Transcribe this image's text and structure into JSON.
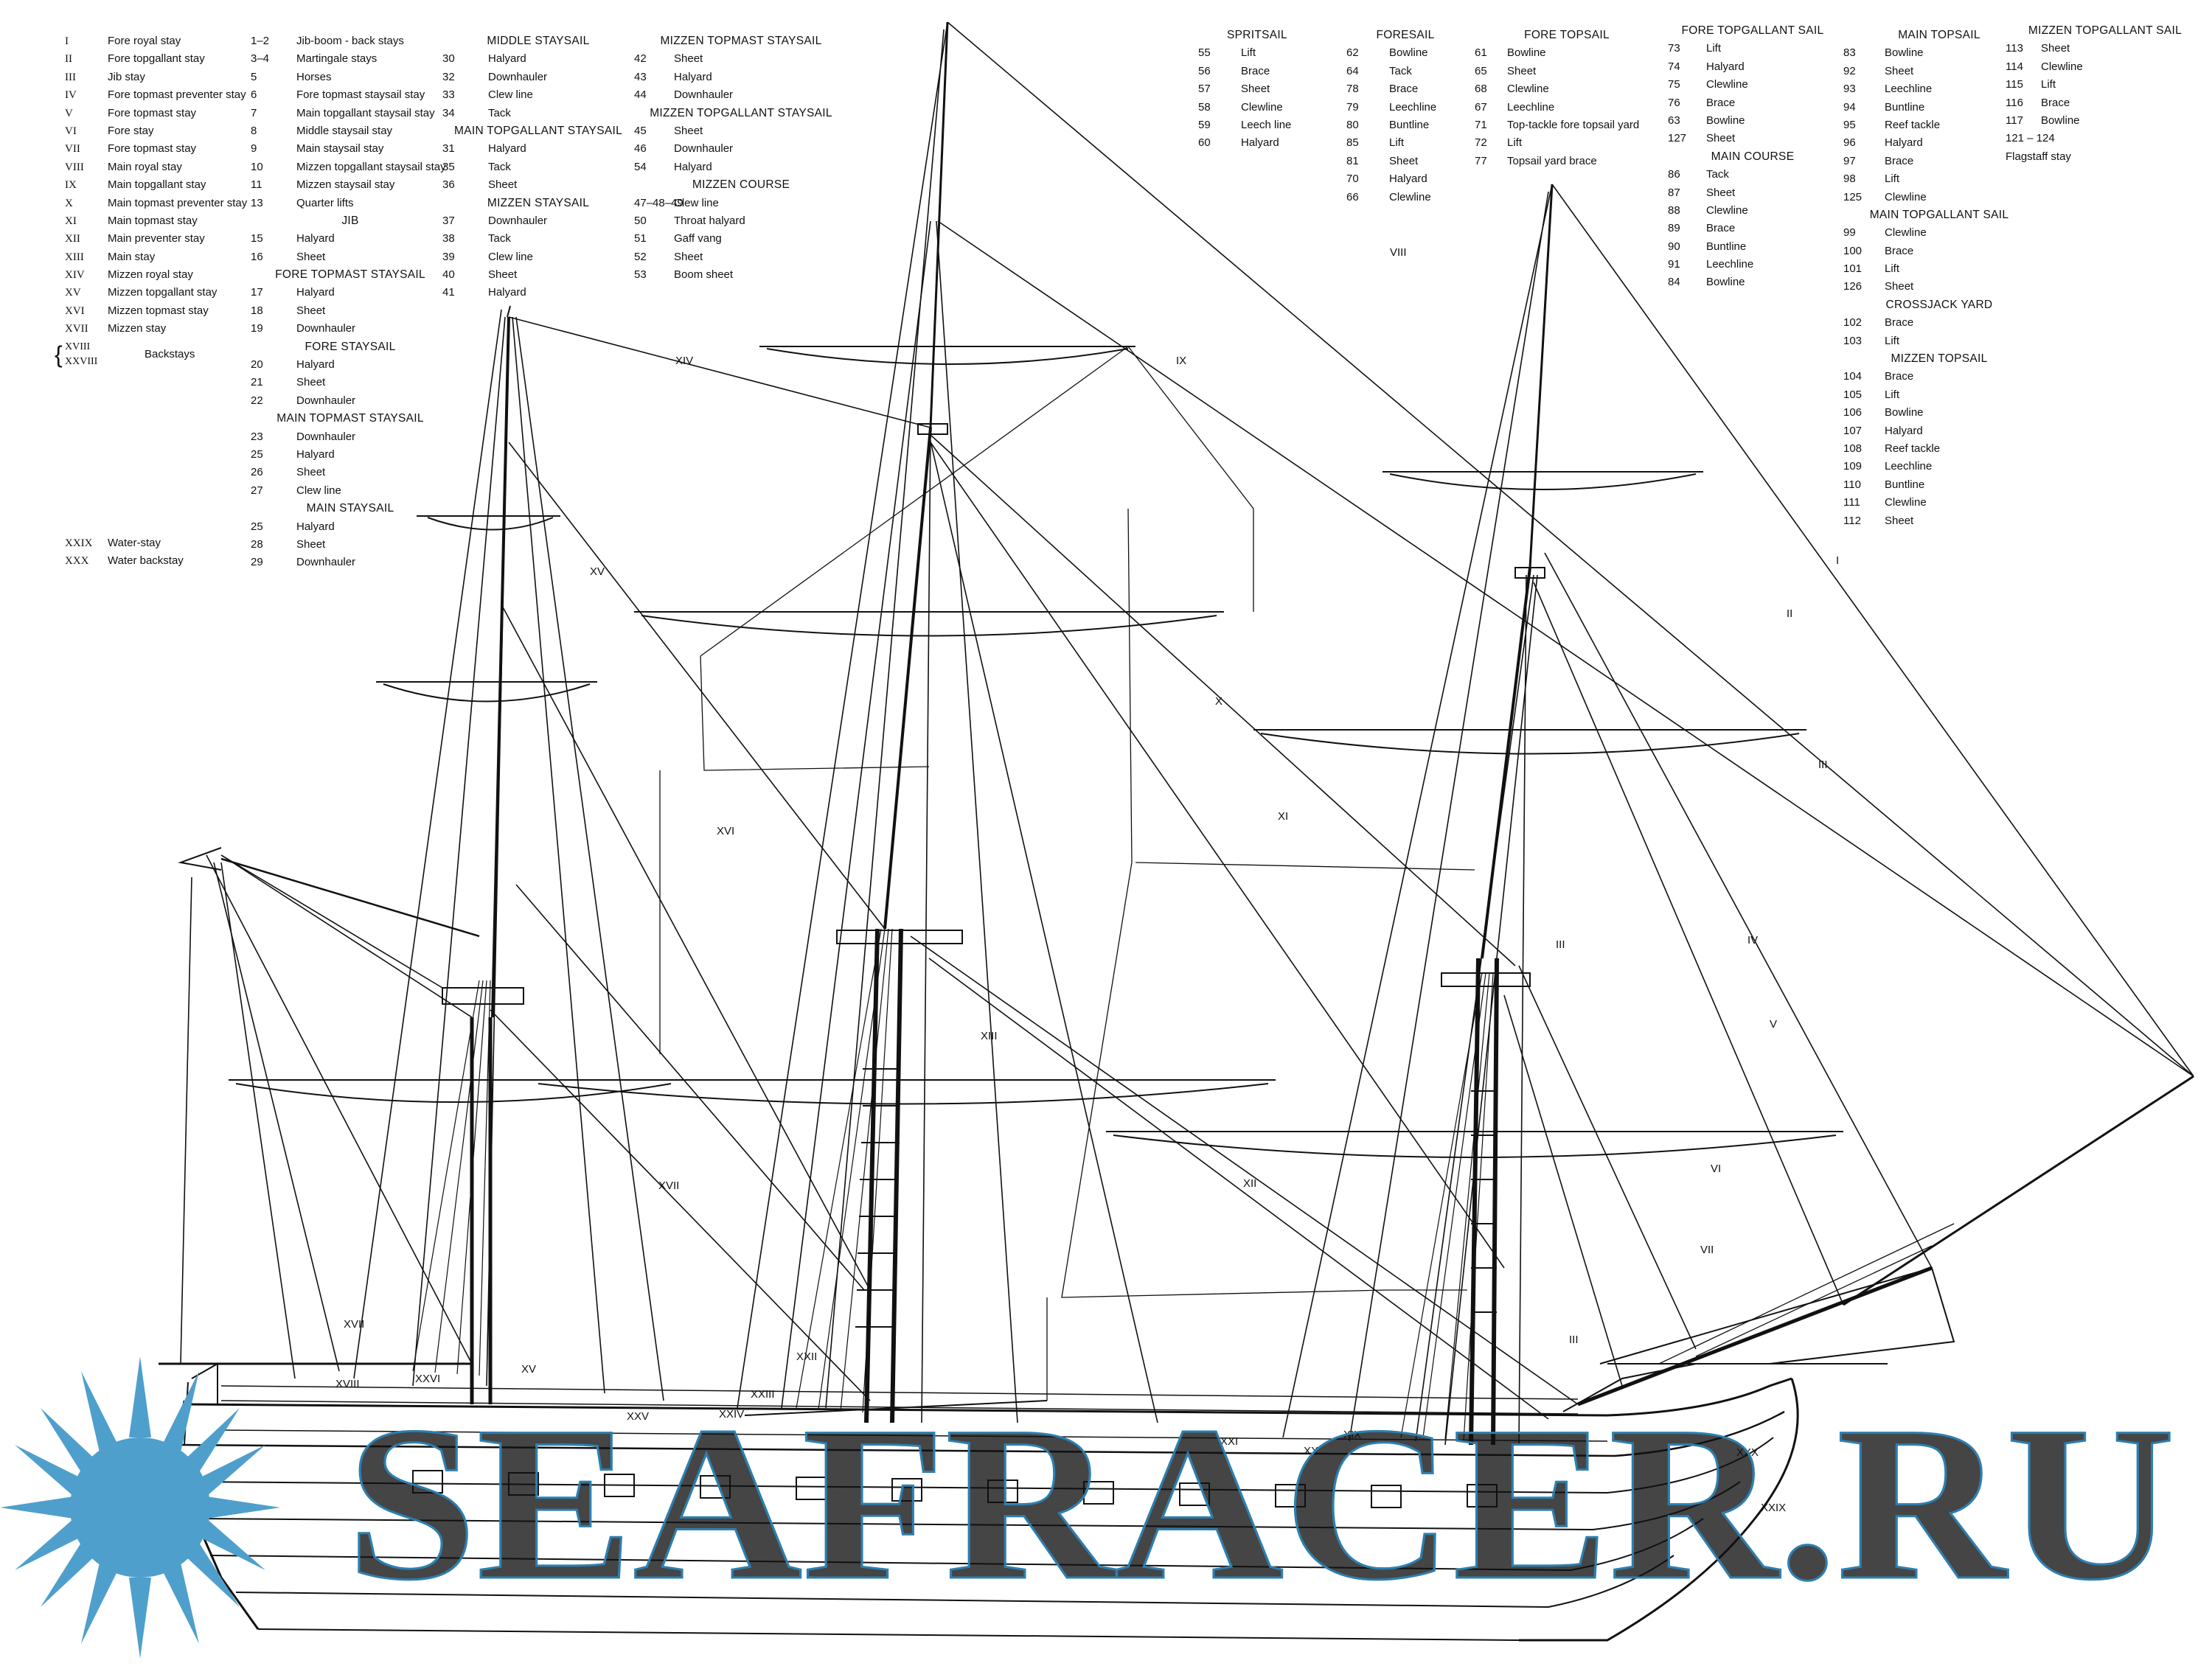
{
  "legend": {
    "stays": {
      "items": [
        {
          "num": "I",
          "label": "Fore royal stay"
        },
        {
          "num": "II",
          "label": "Fore topgallant stay"
        },
        {
          "num": "III",
          "label": "Jib stay"
        },
        {
          "num": "IV",
          "label": "Fore topmast preventer stay"
        },
        {
          "num": "V",
          "label": "Fore topmast stay"
        },
        {
          "num": "VI",
          "label": "Fore stay"
        },
        {
          "num": "VII",
          "label": "Fore topmast stay"
        },
        {
          "num": "VIII",
          "label": "Main royal stay"
        },
        {
          "num": "IX",
          "label": "Main topgallant stay"
        },
        {
          "num": "X",
          "label": "Main  topmast preventer stay"
        },
        {
          "num": "XI",
          "label": "Main topmast stay"
        },
        {
          "num": "XII",
          "label": "Main preventer stay"
        },
        {
          "num": "XIII",
          "label": "Main stay"
        },
        {
          "num": "XIV",
          "label": "Mizzen royal stay"
        },
        {
          "num": "XV",
          "label": "Mizzen topgallant stay"
        },
        {
          "num": "XVI",
          "label": "Mizzen topmast stay"
        },
        {
          "num": "XVII",
          "label": "Mizzen stay"
        }
      ],
      "backstays_num_1": "XVIII",
      "backstays_num_2": "XXVIII",
      "backstays_label": "Backstays",
      "water": [
        {
          "num": "XXIX",
          "label": "Water-stay"
        },
        {
          "num": "XXX",
          "label": "Water backstay"
        }
      ]
    },
    "col2": [
      {
        "type": "item",
        "num": "1–2",
        "label": "Jib-boom - back stays"
      },
      {
        "type": "item",
        "num": "3–4",
        "label": "Martingale stays"
      },
      {
        "type": "item",
        "num": "5",
        "label": "Horses"
      },
      {
        "type": "item",
        "num": "6",
        "label": "Fore topmast staysail stay"
      },
      {
        "type": "item",
        "num": "7",
        "label": "Main topgallant staysail stay"
      },
      {
        "type": "item",
        "num": "8",
        "label": "Middle staysail stay"
      },
      {
        "type": "item",
        "num": "9",
        "label": "Main staysail stay"
      },
      {
        "type": "item",
        "num": "10",
        "label": "Mizzen topgallant staysail stay"
      },
      {
        "type": "item",
        "num": "11",
        "label": "Mizzen staysail stay"
      },
      {
        "type": "item",
        "num": "13",
        "label": "Quarter lifts"
      },
      {
        "type": "header",
        "label": "JIB"
      },
      {
        "type": "item",
        "num": "15",
        "label": "Halyard"
      },
      {
        "type": "item",
        "num": "16",
        "label": "Sheet"
      },
      {
        "type": "header",
        "label": "FORE TOPMAST STAYSAIL"
      },
      {
        "type": "item",
        "num": "17",
        "label": "Halyard"
      },
      {
        "type": "item",
        "num": "18",
        "label": "Sheet"
      },
      {
        "type": "item",
        "num": "19",
        "label": "Downhauler"
      },
      {
        "type": "header",
        "label": "FORE STAYSAIL"
      },
      {
        "type": "item",
        "num": "20",
        "label": "Halyard"
      },
      {
        "type": "item",
        "num": "21",
        "label": "Sheet"
      },
      {
        "type": "item",
        "num": "22",
        "label": "Downhauler"
      },
      {
        "type": "header",
        "label": "MAIN TOPMAST STAYSAIL"
      },
      {
        "type": "item",
        "num": "23",
        "label": "Downhauler"
      },
      {
        "type": "item",
        "num": "25",
        "label": "Halyard"
      },
      {
        "type": "item",
        "num": "26",
        "label": "Sheet"
      },
      {
        "type": "item",
        "num": "27",
        "label": "Clew line"
      },
      {
        "type": "header",
        "label": "MAIN STAYSAIL"
      },
      {
        "type": "item",
        "num": "25",
        "label": "Halyard"
      },
      {
        "type": "item",
        "num": "28",
        "label": "Sheet"
      },
      {
        "type": "item",
        "num": "29",
        "label": "Downhauler"
      }
    ],
    "col3": [
      {
        "type": "header",
        "label": "MIDDLE STAYSAIL"
      },
      {
        "type": "item",
        "num": "30",
        "label": "Halyard"
      },
      {
        "type": "item",
        "num": "32",
        "label": "Downhauler"
      },
      {
        "type": "item",
        "num": "33",
        "label": "Clew line"
      },
      {
        "type": "item",
        "num": "34",
        "label": "Tack"
      },
      {
        "type": "header",
        "label": "MAIN TOPGALLANT STAYSAIL"
      },
      {
        "type": "item",
        "num": "31",
        "label": "Halyard"
      },
      {
        "type": "item",
        "num": "35",
        "label": "Tack"
      },
      {
        "type": "item",
        "num": "36",
        "label": "Sheet"
      },
      {
        "type": "header",
        "label": "MIZZEN STAYSAIL"
      },
      {
        "type": "item",
        "num": "37",
        "label": "Downhauler"
      },
      {
        "type": "item",
        "num": "38",
        "label": "Tack"
      },
      {
        "type": "item",
        "num": "39",
        "label": "Clew line"
      },
      {
        "type": "item",
        "num": "40",
        "label": "Sheet"
      },
      {
        "type": "item",
        "num": "41",
        "label": "Halyard"
      }
    ],
    "col4": [
      {
        "type": "header",
        "label": "MIZZEN TOPMAST STAYSAIL"
      },
      {
        "type": "item",
        "num": "42",
        "label": "Sheet"
      },
      {
        "type": "item",
        "num": "43",
        "label": "Halyard"
      },
      {
        "type": "item",
        "num": "44",
        "label": "Downhauler"
      },
      {
        "type": "header",
        "label": "MIZZEN TOPGALLANT STAYSAIL"
      },
      {
        "type": "item",
        "num": "45",
        "label": "Sheet"
      },
      {
        "type": "item",
        "num": "46",
        "label": "Downhauler"
      },
      {
        "type": "item",
        "num": "54",
        "label": "Halyard"
      },
      {
        "type": "header",
        "label": "MIZZEN COURSE"
      },
      {
        "type": "item",
        "num": "47–48–49",
        "label": "Clew line"
      },
      {
        "type": "item",
        "num": "50",
        "label": "Throat halyard"
      },
      {
        "type": "item",
        "num": "51",
        "label": "Gaff vang"
      },
      {
        "type": "item",
        "num": "52",
        "label": "Sheet"
      },
      {
        "type": "item",
        "num": "53",
        "label": "Boom sheet"
      }
    ],
    "spritsail": {
      "title": "SPRITSAIL",
      "items": [
        {
          "num": "55",
          "label": "Lift"
        },
        {
          "num": "56",
          "label": "Brace"
        },
        {
          "num": "57",
          "label": "Sheet"
        },
        {
          "num": "58",
          "label": "Clewline"
        },
        {
          "num": "59",
          "label": "Leech line"
        },
        {
          "num": "60",
          "label": "Halyard"
        }
      ]
    },
    "foresail": {
      "title": "FORESAIL",
      "items": [
        {
          "num": "62",
          "label": "Bowline"
        },
        {
          "num": "64",
          "label": "Tack"
        },
        {
          "num": "78",
          "label": "Brace"
        },
        {
          "num": "79",
          "label": "Leechline"
        },
        {
          "num": "80",
          "label": "Buntline"
        },
        {
          "num": "85",
          "label": "Lift"
        },
        {
          "num": "81",
          "label": "Sheet"
        },
        {
          "num": "70",
          "label": "Halyard"
        },
        {
          "num": "66",
          "label": "Clewline"
        }
      ]
    },
    "fore_topsail": {
      "title": "FORE TOPSAIL",
      "items": [
        {
          "num": "61",
          "label": "Bowline"
        },
        {
          "num": "65",
          "label": "Sheet"
        },
        {
          "num": "68",
          "label": "Clewline"
        },
        {
          "num": "67",
          "label": "Leechline"
        },
        {
          "num": "71",
          "label": "Top-tackle fore topsail yard"
        },
        {
          "num": "72",
          "label": "Lift"
        },
        {
          "num": "77",
          "label": "Topsail yard brace"
        }
      ]
    },
    "fore_topgallant": {
      "title": "FORE TOPGALLANT SAIL",
      "items": [
        {
          "num": "73",
          "label": "Lift"
        },
        {
          "num": "74",
          "label": "Halyard"
        },
        {
          "num": "75",
          "label": "Clewline"
        },
        {
          "num": "76",
          "label": "Brace"
        },
        {
          "num": "63",
          "label": "Bowline"
        },
        {
          "num": "127",
          "label": "Sheet"
        }
      ],
      "sub_title": "MAIN COURSE",
      "sub_items": [
        {
          "num": "86",
          "label": "Tack"
        },
        {
          "num": "87",
          "label": "Sheet"
        },
        {
          "num": "88",
          "label": "Clewline"
        },
        {
          "num": "89",
          "label": "Brace"
        },
        {
          "num": "90",
          "label": "Buntline"
        },
        {
          "num": "91",
          "label": "Leechline"
        },
        {
          "num": "84",
          "label": "Bowline"
        }
      ]
    },
    "main_topsail": {
      "title": "MAIN TOPSAIL",
      "items": [
        {
          "num": "83",
          "label": "Bowline"
        },
        {
          "num": "92",
          "label": "Sheet"
        },
        {
          "num": "93",
          "label": "Leechline"
        },
        {
          "num": "94",
          "label": "Buntline"
        },
        {
          "num": "95",
          "label": "Reef tackle"
        },
        {
          "num": "96",
          "label": "Halyard"
        },
        {
          "num": "97",
          "label": "Brace"
        },
        {
          "num": "98",
          "label": "Lift"
        },
        {
          "num": "125",
          "label": "Clewline"
        }
      ],
      "tg_title": "MAIN TOPGALLANT SAIL",
      "tg_items": [
        {
          "num": "99",
          "label": "Clewline"
        },
        {
          "num": "100",
          "label": "Brace"
        },
        {
          "num": "101",
          "label": "Lift"
        },
        {
          "num": "126",
          "label": "Sheet"
        }
      ],
      "cj_title": "CROSSJACK YARD",
      "cj_items": [
        {
          "num": "102",
          "label": "Brace"
        },
        {
          "num": "103",
          "label": "Lift"
        }
      ],
      "mt_title": "MIZZEN TOPSAIL",
      "mt_items": [
        {
          "num": "104",
          "label": "Brace"
        },
        {
          "num": "105",
          "label": "Lift"
        },
        {
          "num": "106",
          "label": "Bowline"
        },
        {
          "num": "107",
          "label": "Halyard"
        },
        {
          "num": "108",
          "label": "Reef tackle"
        },
        {
          "num": "109",
          "label": "Leechline"
        },
        {
          "num": "110",
          "label": "Buntline"
        },
        {
          "num": "111",
          "label": "Clewline"
        },
        {
          "num": "112",
          "label": "Sheet"
        }
      ]
    },
    "mizzen_topgallant": {
      "title": "MIZZEN TOPGALLANT SAIL",
      "items": [
        {
          "num": "113",
          "label": "Sheet"
        },
        {
          "num": "114",
          "label": "Clewline"
        },
        {
          "num": "115",
          "label": "Lift"
        },
        {
          "num": "116",
          "label": "Brace"
        },
        {
          "num": "117",
          "label": "Bowline"
        },
        {
          "num": "121 – 124",
          "label": ""
        }
      ],
      "last_label": "Flagstaff stay"
    }
  },
  "callouts": [
    {
      "t": "XIV"
    },
    {
      "t": "IX"
    },
    {
      "t": "VIII"
    },
    {
      "t": "XV"
    },
    {
      "t": "X"
    },
    {
      "t": "XVI"
    },
    {
      "t": "XI"
    },
    {
      "t": "I"
    },
    {
      "t": "II"
    },
    {
      "t": "III"
    },
    {
      "t": "IV"
    },
    {
      "t": "V"
    },
    {
      "t": "VI"
    },
    {
      "t": "VII"
    },
    {
      "t": "XII"
    },
    {
      "t": "XIII"
    },
    {
      "t": "XVII"
    },
    {
      "t": "XVII"
    },
    {
      "t": "XVIII"
    },
    {
      "t": "XXV"
    },
    {
      "t": "XXIV"
    },
    {
      "t": "XXIII"
    },
    {
      "t": "XXII"
    },
    {
      "t": "XXI"
    },
    {
      "t": "XX"
    },
    {
      "t": "XIX"
    },
    {
      "t": "XXX"
    },
    {
      "t": "XXIX"
    },
    {
      "t": "III"
    },
    {
      "t": "III"
    },
    {
      "t": "XV"
    },
    {
      "t": "XXVI"
    }
  ],
  "watermark": "SEAFRACER.RU",
  "colors": {
    "ink": "#111111",
    "paper": "#ffffff",
    "watermark": "#4f9fcc"
  }
}
